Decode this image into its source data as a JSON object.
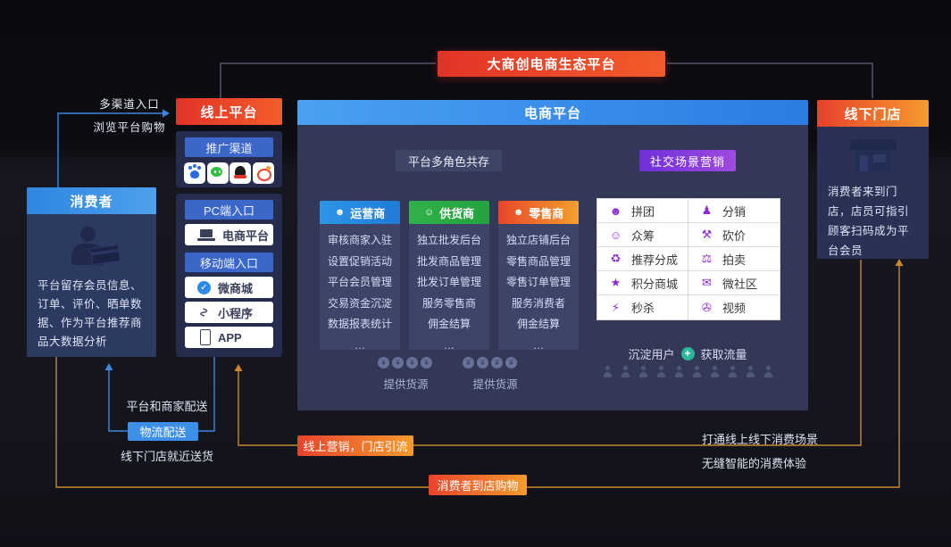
{
  "banner": {
    "title": "大商创电商生态平台"
  },
  "entry_flow": {
    "top_label": "多渠道入口",
    "bottom_label": "浏览平台购物"
  },
  "consumer": {
    "title": "消费者",
    "description": "平台留存会员信息、订单、评价、晒单数据、作为平台推荐商品大数据分析"
  },
  "online_platform": {
    "title": "线上平台",
    "promo": {
      "label": "推广渠道",
      "channels": [
        "baidu",
        "wechat",
        "qq",
        "weibo"
      ]
    },
    "pc_entry": {
      "label": "PC端入口",
      "item": "电商平台"
    },
    "mobile_entry": {
      "label": "移动端入口",
      "items": [
        {
          "name": "wechat-mall",
          "label": "微商城",
          "glyph": "✓"
        },
        {
          "name": "mini-program",
          "label": "小程序",
          "glyph": "∿"
        },
        {
          "name": "app",
          "label": "APP"
        }
      ]
    }
  },
  "ecommerce": {
    "title": "电商平台",
    "roles_label": "平台多角色共存",
    "roles": [
      {
        "name": "运营商",
        "glyph": "☻",
        "color": "#2d96e8",
        "items": [
          "审核商家入驻",
          "设置促销活动",
          "平台会员管理",
          "交易资金沉淀",
          "数据报表统计",
          "…"
        ]
      },
      {
        "name": "供货商",
        "glyph": "☺",
        "color": "#2aab42",
        "items": [
          "独立批发后台",
          "批发商品管理",
          "批发订单管理",
          "服务零售商",
          "佣金结算",
          "…"
        ]
      },
      {
        "name": "零售商",
        "glyph": "☻",
        "color": "#ef6a2a",
        "items": [
          "独立店铺后台",
          "零售商品管理",
          "零售订单管理",
          "服务消费者",
          "佣金结算",
          "…"
        ]
      }
    ],
    "supply_label_left": "提供货源",
    "supply_label_right": "提供货源",
    "coin_symbol": "¥",
    "social_label": "社交场景营销",
    "social_items": [
      {
        "name": "group-buy",
        "label": "拼团",
        "glyph": "☻"
      },
      {
        "name": "distribution",
        "label": "分销",
        "glyph": "♟"
      },
      {
        "name": "crowdfunding",
        "label": "众筹",
        "glyph": "☺"
      },
      {
        "name": "bargain",
        "label": "砍价",
        "glyph": "⚒"
      },
      {
        "name": "referral-share",
        "label": "推荐分成",
        "glyph": "♻"
      },
      {
        "name": "auction",
        "label": "拍卖",
        "glyph": "⚖"
      },
      {
        "name": "points-mall",
        "label": "积分商城",
        "glyph": "★"
      },
      {
        "name": "micro-community",
        "label": "微社区",
        "glyph": "✉"
      },
      {
        "name": "flash-sale",
        "label": "秒杀",
        "glyph": "⚡"
      },
      {
        "name": "video",
        "label": "视频",
        "glyph": "✇"
      }
    ],
    "funnel": {
      "left": "沉淀用户",
      "plus": "+",
      "right": "获取流量"
    }
  },
  "offline_store": {
    "title": "线下门店",
    "description": "消费者来到门店，店员可指引顾客扫码成为平台会员"
  },
  "logistics": {
    "top_text": "平台和商家配送",
    "badge": "物流配送",
    "bottom_text": "线下门店就近送货"
  },
  "flow_badges": {
    "online_marketing": "线上营销，门店引流",
    "to_store": "消费者到店购物"
  },
  "bottom_notes": {
    "line1": "打通线上线下消费场景",
    "line2": "无缝智能的消费体验"
  },
  "colors": {
    "accent_red": "#e8402c",
    "accent_orange": "#f59b2e",
    "accent_blue": "#2b7de2",
    "accent_green": "#2aab42",
    "accent_purple": "#8b2bd8",
    "badge_blue": "#3d8fe8",
    "line_orange": "#c9882e",
    "line_blue": "#3f86de"
  }
}
